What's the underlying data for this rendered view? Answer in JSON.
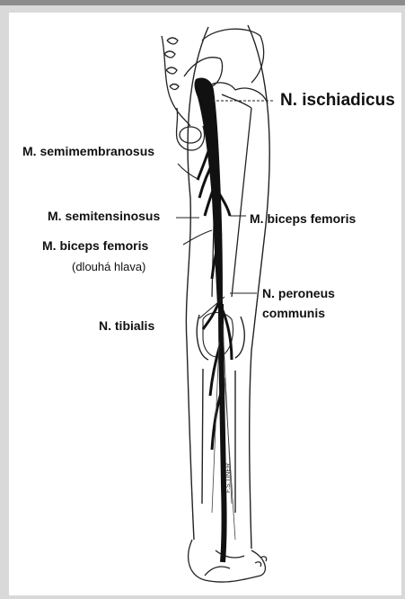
{
  "labels": {
    "n_ischiadicus": "N. ischiadicus",
    "m_semimembranosus": "M. semimembranosus",
    "m_semitensinosus": "M. semitensinosus",
    "m_biceps_femoris_right": "M. biceps femoris",
    "m_biceps_femoris_left": "M. biceps femoris",
    "dlouha_hlava": "(dlouhá hlava)",
    "n_peroneus_line1": "N. peroneus",
    "n_peroneus_line2": "communis",
    "n_tibialis": "N. tibialis"
  },
  "signature": "F.S.TINER",
  "colors": {
    "frame": "#d9d9d9",
    "frame_top": "#8c8c8c",
    "nerve": "#111111",
    "outline": "#222222"
  }
}
